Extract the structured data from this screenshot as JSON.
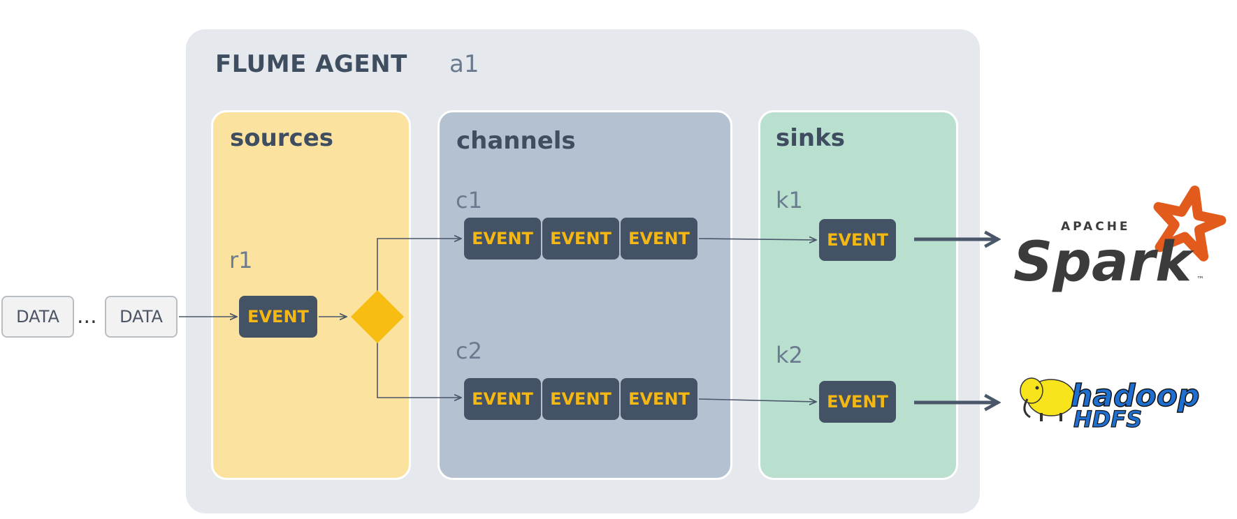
{
  "agent": {
    "title": "FLUME AGENT",
    "id": "a1"
  },
  "sources": {
    "title": "sources",
    "items": [
      {
        "label": "r1",
        "event": "EVENT"
      }
    ]
  },
  "channels": {
    "title": "channels",
    "items": [
      {
        "label": "c1",
        "events": [
          "EVENT",
          "EVENT",
          "EVENT"
        ]
      },
      {
        "label": "c2",
        "events": [
          "EVENT",
          "EVENT",
          "EVENT"
        ]
      }
    ]
  },
  "sinks": {
    "title": "sinks",
    "items": [
      {
        "label": "k1",
        "event": "EVENT"
      },
      {
        "label": "k2",
        "event": "EVENT"
      }
    ]
  },
  "inputs": {
    "data": [
      "DATA",
      "DATA"
    ],
    "ellipsis": "..."
  },
  "targets": {
    "spark": {
      "top": "APACHE",
      "word": "Spark",
      "tm": "™"
    },
    "hadoop": {
      "word": "hadoop",
      "sub": "HDFS"
    }
  },
  "colors": {
    "agent_bg": "#e5e8ed",
    "sources_bg": "#fbe39f",
    "channels_bg": "#b4c1d1",
    "sinks_bg": "#b9e0cf",
    "event_bg": "#445266",
    "event_text": "#f5b812",
    "selector": "#f7bd12",
    "arrow": "#4a5669",
    "spark_star": "#e25a1c",
    "hadoop_elephant": "#f7e41c"
  },
  "icons": {
    "selector": "diamond-icon",
    "spark": "spark-logo",
    "hadoop": "hadoop-hdfs-logo"
  }
}
